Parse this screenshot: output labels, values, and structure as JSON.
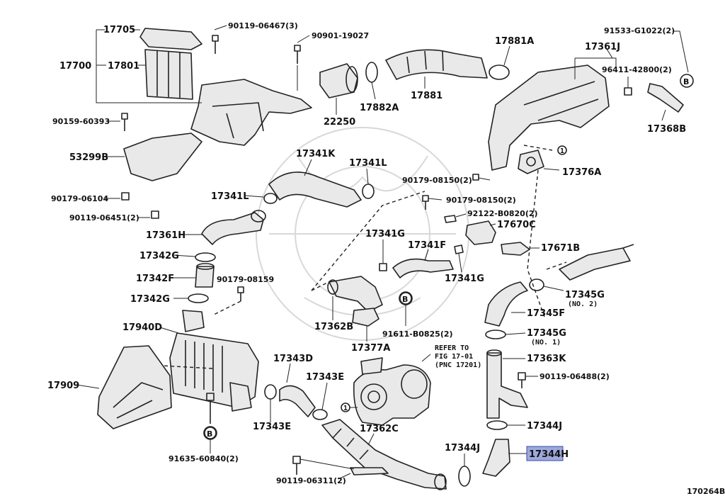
{
  "diagram_id": "170264B",
  "highlight_color": "#9da9dd",
  "labels": {
    "p17705": "17705",
    "p90119_06467": "90119-06467(3)",
    "p90901_19027": "90901-19027",
    "p17700": "17700",
    "p17801": "17801",
    "p90159_60393": "90159-60393",
    "p53299B": "53299B",
    "p90179_06104": "90179-06104",
    "p90119_06451": "90119-06451(2)",
    "p22250": "22250",
    "p17882A": "17882A",
    "p17881": "17881",
    "p17881A": "17881A",
    "p91533_G1022": "91533-G1022(2)",
    "p17361J": "17361J",
    "p96411_42800": "96411-42800(2)",
    "p17368B": "17368B",
    "p17376A": "17376A",
    "p17341K": "17341K",
    "p17341L_a": "17341L",
    "p17341L_b": "17341L",
    "p90179_08150_a": "90179-08150(2)",
    "p90179_08150_b": "90179-08150(2)",
    "p92122_B0820": "92122-B0820(2)",
    "p17670C": "17670C",
    "p17361H": "17361H",
    "p17342G_a": "17342G",
    "p17342F": "17342F",
    "p17342G_b": "17342G",
    "p90179_08159": "90179-08159",
    "p17341G_a": "17341G",
    "p17341F": "17341F",
    "p17341G_b": "17341G",
    "p17671B": "17671B",
    "p17345G_no2": "17345G",
    "no2": "(NO. 2)",
    "p17345F": "17345F",
    "p17345G_no1": "17345G",
    "no1": "(NO. 1)",
    "p17940D": "17940D",
    "p17362B": "17362B",
    "p17377A": "17377A",
    "p91611_B0825": "91611-B0825(2)",
    "refer1": "REFER TO",
    "refer2": "FIG 17-01",
    "refer3": "(PNC 17201)",
    "p17363K": "17363K",
    "p90119_06488": "90119-06488(2)",
    "p17909": "17909",
    "p17343D": "17343D",
    "p17343E_a": "17343E",
    "p17343E_b": "17343E",
    "p17362C": "17362C",
    "p17344J_a": "17344J",
    "p17344J_b": "17344J",
    "p17344H": "17344H",
    "p91635_60840": "91635-60840(2)",
    "p90119_06311": "90119-06311(2)",
    "ref_B": "B",
    "ref_1": "1"
  }
}
